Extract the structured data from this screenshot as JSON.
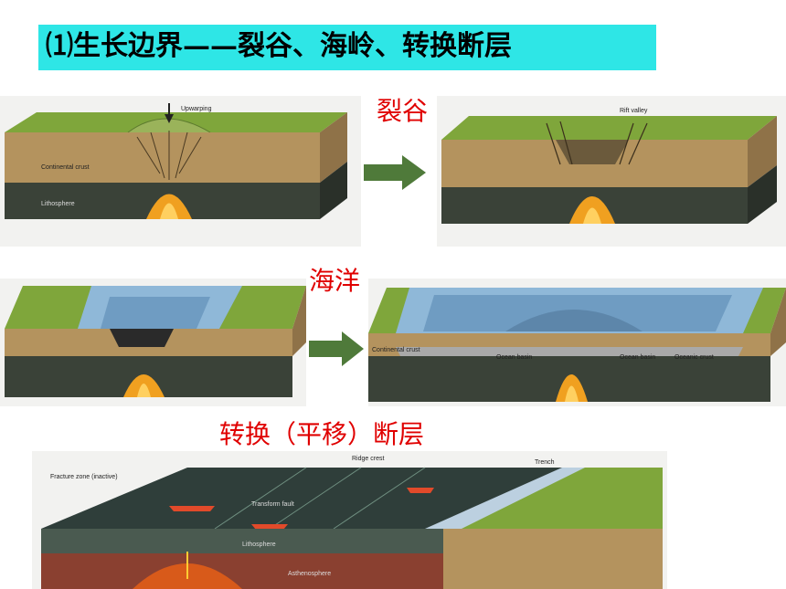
{
  "title": "⑴生长边界——裂谷、海岭、转换断层",
  "labels": {
    "rift": "裂谷",
    "ocean": "海洋",
    "transform": "转换（平移）断层"
  },
  "diagram_text": {
    "upwarping": "Upwarping",
    "continental_crust": "Continental crust",
    "lithosphere": "Lithosphere",
    "rift_valley": "Rift valley",
    "ocean_basin_left": "Ocean basin",
    "ocean_basin_right": "Ocean basin",
    "continental_crust_2": "Continental crust",
    "oceanic_crust": "Oceanic crust",
    "ridge_crest": "Ridge crest",
    "trench": "Trench",
    "fracture_zone": "Fracture zone (inactive)",
    "transform_fault": "Transform fault",
    "lithosphere_2": "Lithosphere",
    "asthenosphere": "Asthenosphere"
  },
  "colors": {
    "title_bg": "#2ee6e6",
    "label_red": "#e00000",
    "grass": "#7fa63b",
    "soil": "#b4935e",
    "mantle": "#3a4238",
    "magma": "#f0a020",
    "water": "#8fb8d8",
    "arrow": "#4f7a3a"
  }
}
